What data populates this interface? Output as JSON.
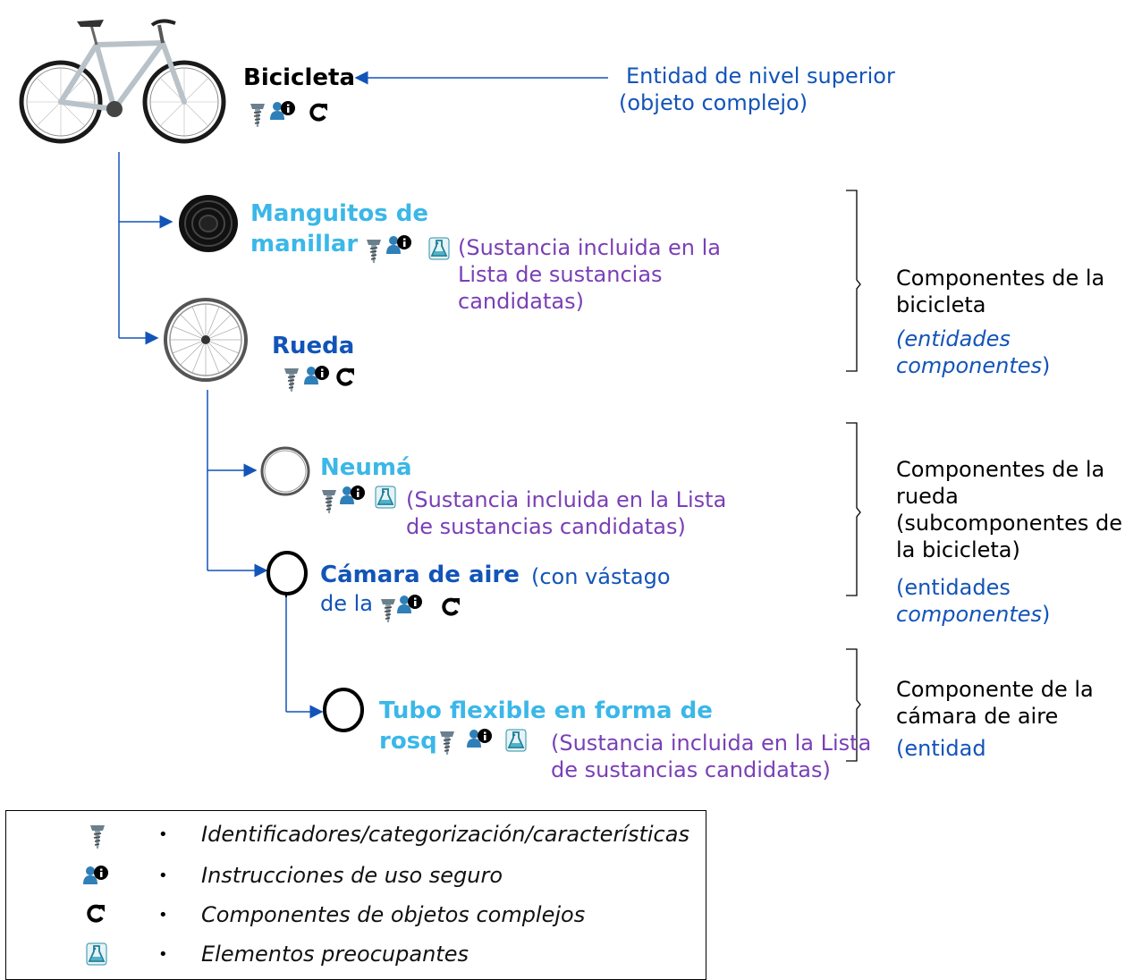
{
  "top": {
    "title": "Bicicleta",
    "note_line1": "Entidad de nivel superior",
    "note_line2": "(objeto complejo)"
  },
  "handlebar": {
    "title_line1": "Manguitos de",
    "title_line2": "manillar",
    "note_line1": "(Sustancia incluida en la",
    "note_line2": "Lista de sustancias",
    "note_line3": "candidatas)"
  },
  "wheel": {
    "title": "Rueda"
  },
  "tyre": {
    "title": "Neumá",
    "note_line1": "(Sustancia incluida en la Lista",
    "note_line2": "de sustancias candidatas)"
  },
  "tube": {
    "title": "Cámara de aire",
    "suffix": "(con vástago",
    "line2": "de la"
  },
  "flex": {
    "title_line1": "Tubo flexible en forma de",
    "title_line2": "rosq",
    "note_line1": "(Sustancia incluida en la Lista",
    "note_line2": "de sustancias candidatas)"
  },
  "groups": {
    "bike_line1": "Componentes de la",
    "bike_line2": "bicicleta",
    "bike_line3": "(entidades",
    "bike_line4": "componentes",
    "bike_line4_close": ")",
    "wheel_line1": "Componentes de la",
    "wheel_line2": "rueda",
    "wheel_line3": "(subcomponentes de",
    "wheel_line4": "la bicicleta)",
    "wheel_line5": "(entidades",
    "wheel_line6": "componentes",
    "wheel_line6_close": ")",
    "tube_line1": "Componente de la",
    "tube_line2": "cámara de aire",
    "tube_line3": "(entidad"
  },
  "legend": {
    "items": [
      {
        "icon": "screw-icon",
        "label": "Identificadores/categorización/características"
      },
      {
        "icon": "user-info-icon",
        "label": "Instrucciones de uso seguro"
      },
      {
        "icon": "refresh-icon",
        "label": "Componentes de objetos complejos"
      },
      {
        "icon": "flask-icon",
        "label": "Elementos preocupantes"
      }
    ],
    "bullet": "•"
  },
  "colors": {
    "dark_blue": "#1254b8",
    "light_blue": "#3bb7e8",
    "purple": "#7a3fb5",
    "connector": "#1f4e9f"
  }
}
